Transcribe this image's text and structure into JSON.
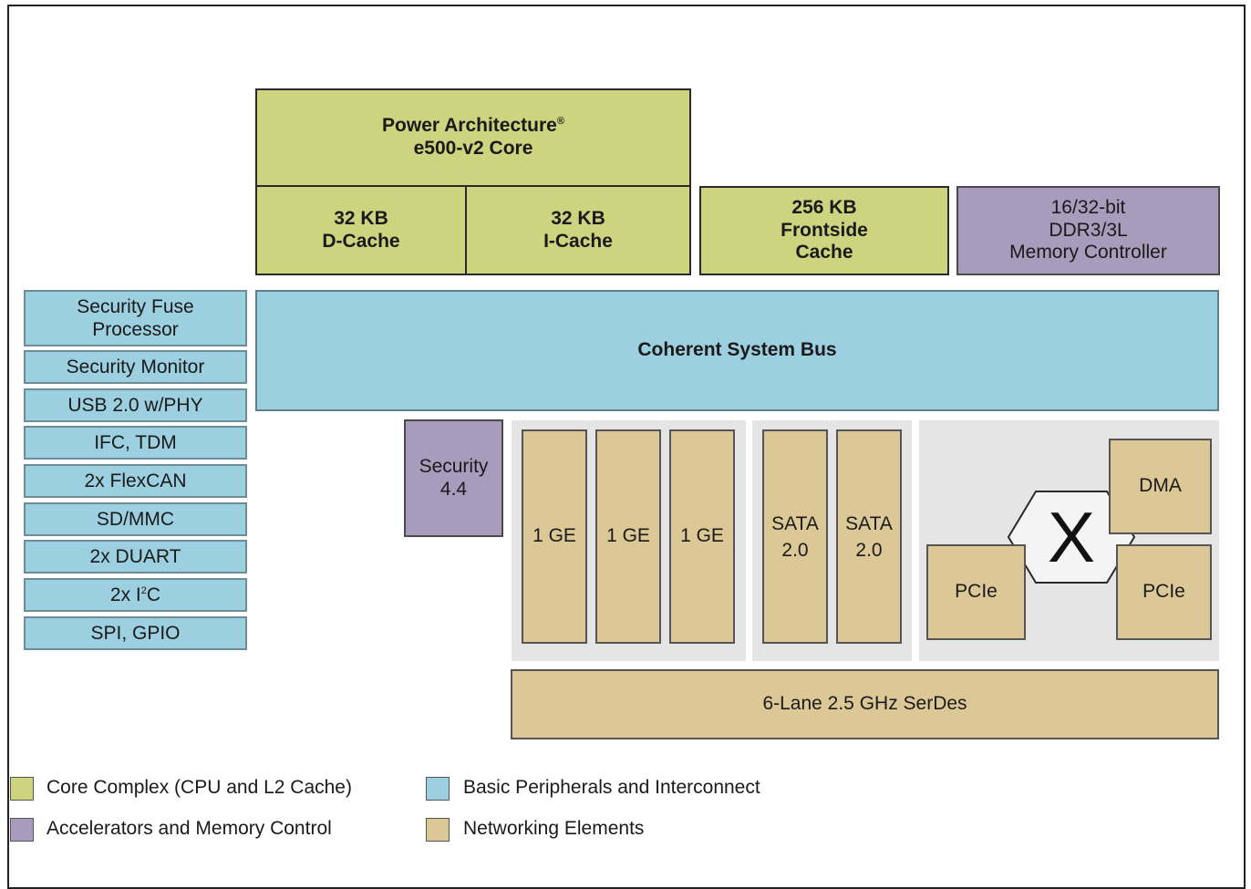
{
  "core": {
    "line1": "Power Architecture",
    "reg": "®",
    "line2": "e500-v2 Core"
  },
  "dcache": {
    "line1": "32 KB",
    "line2": "D-Cache"
  },
  "icache": {
    "line1": "32 KB",
    "line2": "I-Cache"
  },
  "frontside": {
    "line1": "256 KB",
    "line2": "Frontside",
    "line3": "Cache"
  },
  "memctrl": {
    "line1": "16/32-bit",
    "line2": "DDR3/3L",
    "line3": "Memory Controller"
  },
  "bus": "Coherent System Bus",
  "peripherals": {
    "sfp_line1": "Security Fuse",
    "sfp_line2": "Processor",
    "monitor": "Security Monitor",
    "usb": "USB 2.0 w/PHY",
    "ifc": "IFC, TDM",
    "flexcan": "2x FlexCAN",
    "sdmmc": "SD/MMC",
    "duart": "2x DUART",
    "i2c_pre": "2x I",
    "i2c_sup": "2",
    "i2c_post": "C",
    "spi": "SPI, GPIO"
  },
  "security": {
    "line1": "Security",
    "line2": "4.4"
  },
  "ge": [
    "1 GE",
    "1 GE",
    "1 GE"
  ],
  "sata": [
    {
      "line1": "SATA",
      "line2": "2.0"
    },
    {
      "line1": "SATA",
      "line2": "2.0"
    }
  ],
  "dma": "DMA",
  "pcie_left": "PCIe",
  "pcie_right": "PCIe",
  "crossbar_symbol": "X",
  "serdes": "6-Lane 2.5 GHz SerDes",
  "legend": {
    "core": "Core Complex (CPU and L2 Cache)",
    "basic": "Basic Peripherals and Interconnect",
    "accel": "Accelerators and Memory Control",
    "net": "Networking Elements"
  },
  "colors": {
    "core": "#cdd37e",
    "basic": "#9ccfe0",
    "accel": "#a99bbb",
    "net": "#dcc896",
    "group_bg": "#e5e5e5"
  }
}
